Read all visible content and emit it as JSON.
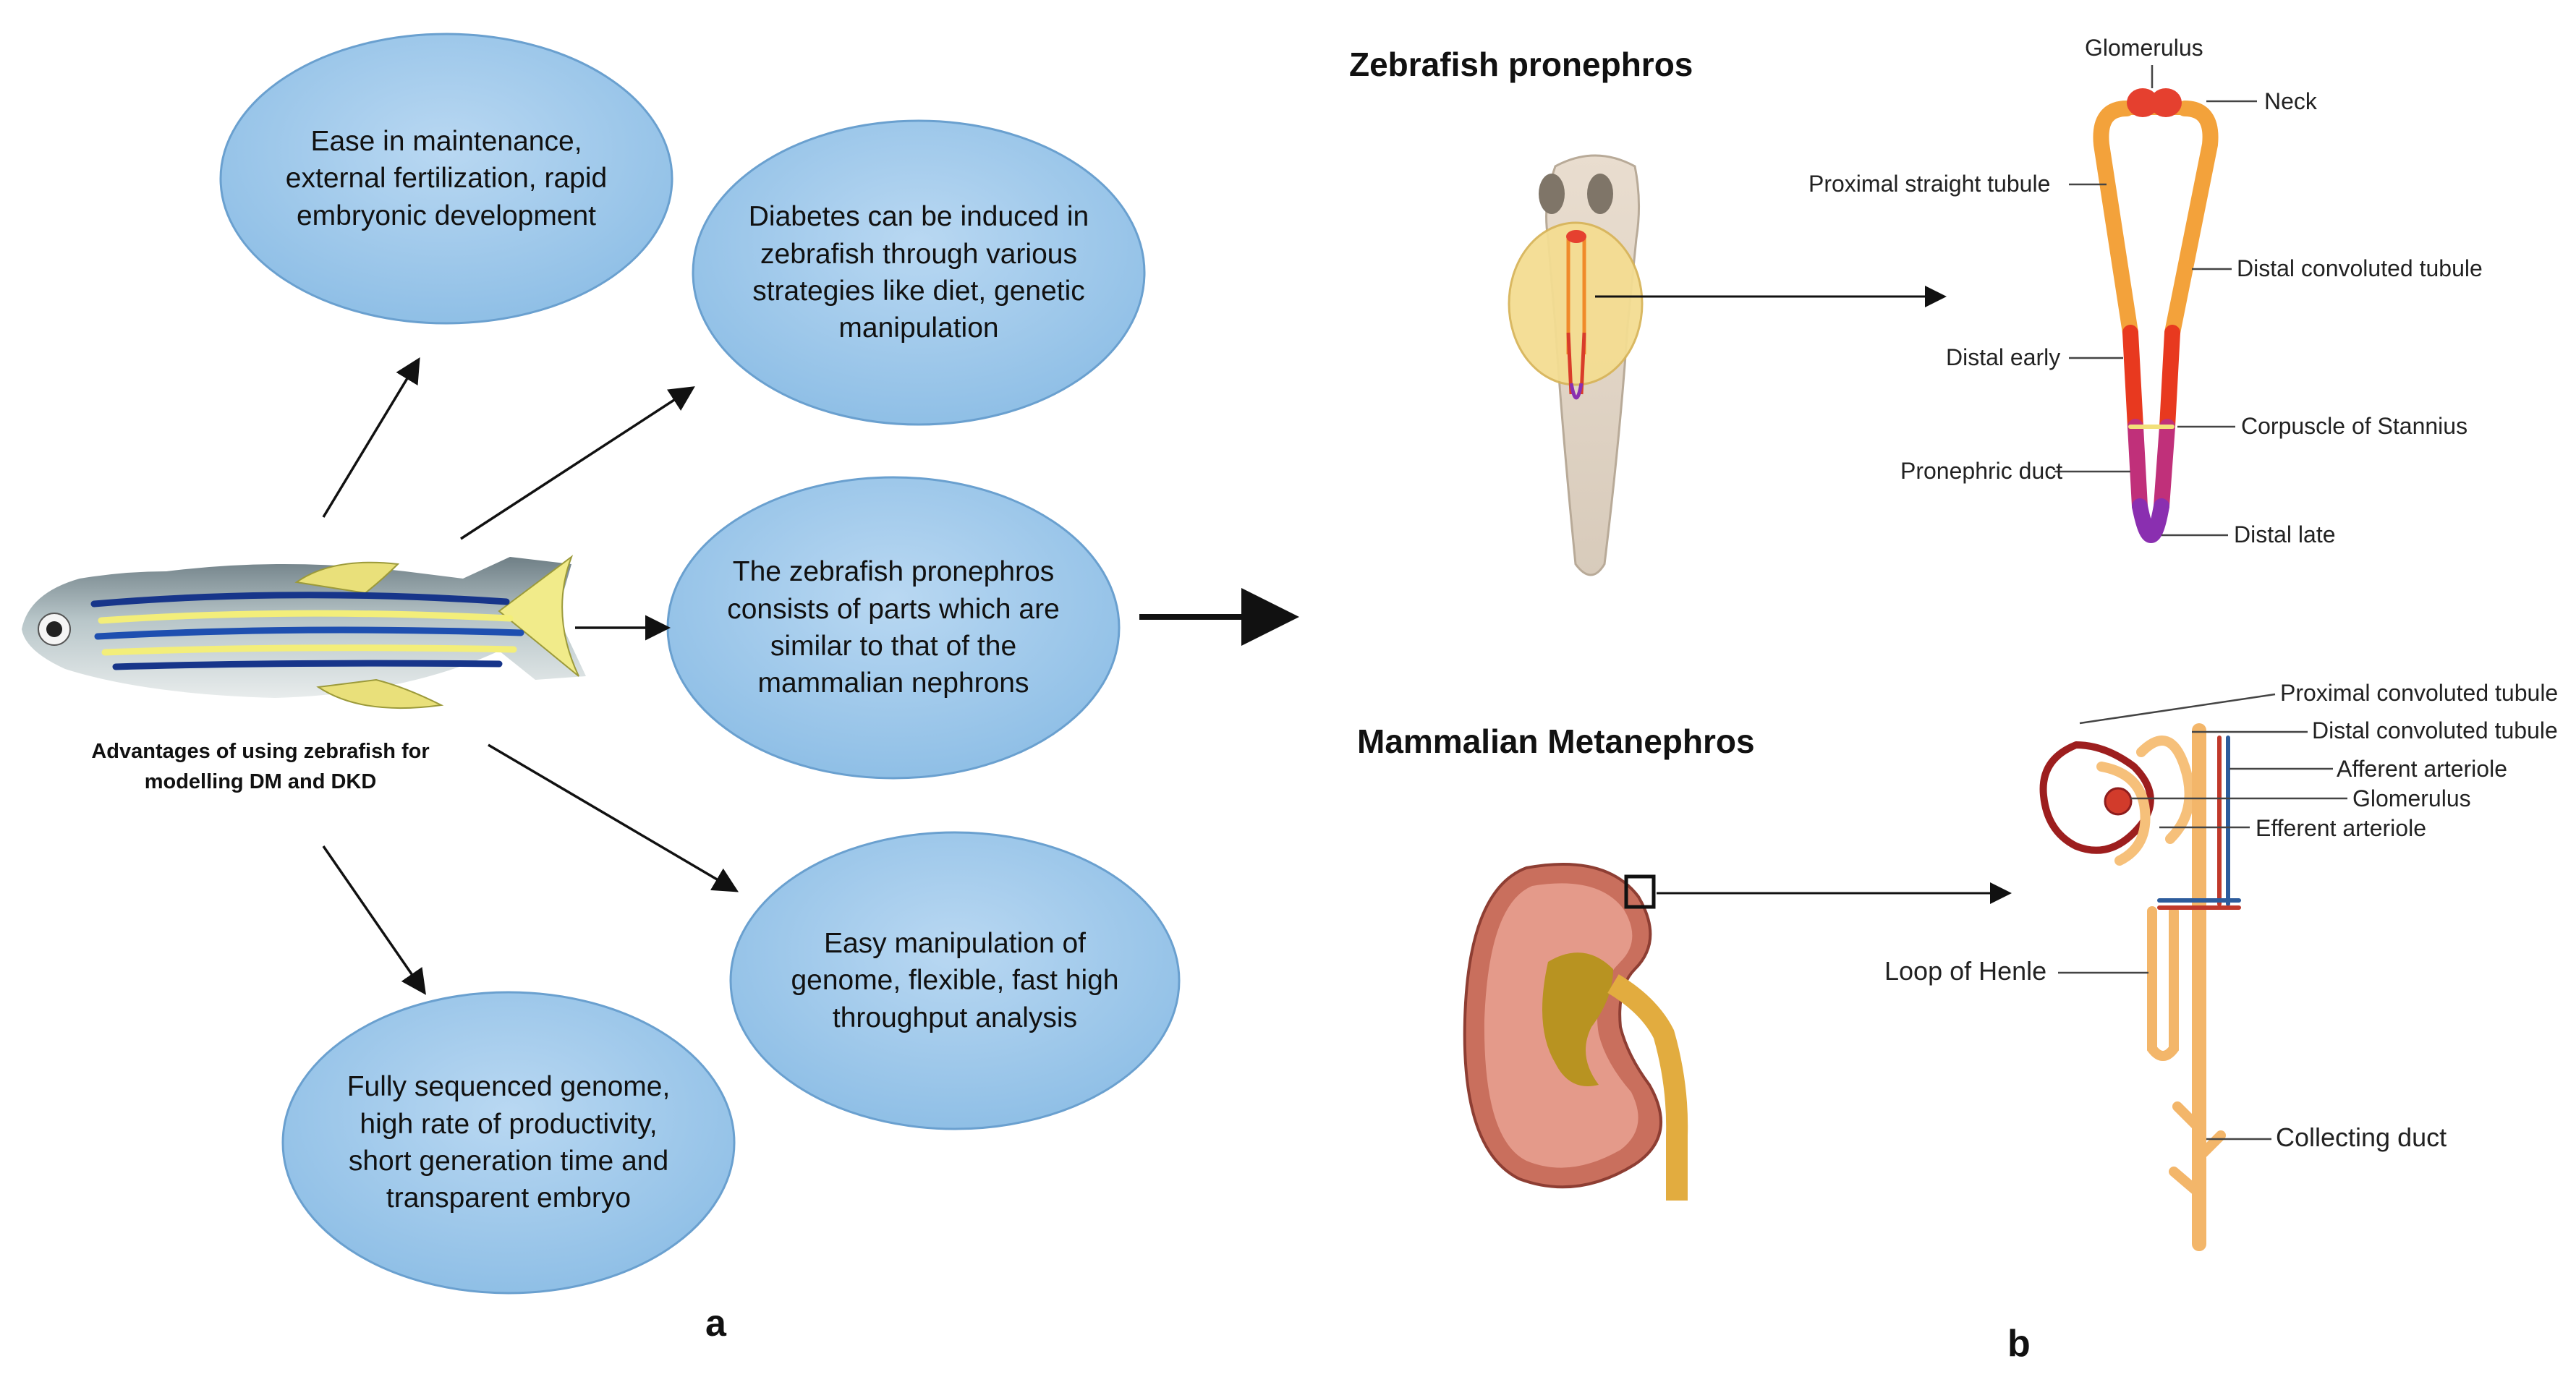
{
  "panel_a": {
    "letter": "a",
    "fish_caption": "Advantages of using zebrafish for modelling DM and DKD",
    "bubbles": [
      "Ease in maintenance, external fertilization, rapid embryonic development",
      "Diabetes can be induced in zebrafish through various strategies like diet, genetic manipulation",
      "The zebrafish pronephros consists of parts which are similar to that of the mammalian nephrons",
      "Easy manipulation of genome, flexible, fast high throughput analysis",
      "Fully sequenced genome, high rate of productivity, short generation time and transparent embryo"
    ]
  },
  "panel_b": {
    "letter": "b",
    "zebrafish": {
      "title": "Zebrafish pronephros",
      "labels": {
        "glomerulus": "Glomerulus",
        "neck": "Neck",
        "proximal_straight": "Proximal straight tubule",
        "distal_convoluted": "Distal convoluted tubule",
        "distal_early": "Distal early",
        "corpuscle": "Corpuscle of Stannius",
        "pronephric_duct": "Pronephric duct",
        "distal_late": "Distal late"
      }
    },
    "mammal": {
      "title": "Mammalian Metanephros",
      "labels": {
        "proximal_convoluted": "Proximal convoluted tubule",
        "distal_convoluted": "Distal convoluted tubule",
        "afferent": "Afferent arteriole",
        "glomerulus": "Glomerulus",
        "efferent": "Efferent arteriole",
        "loop": "Loop of Henle",
        "collecting": "Collecting duct"
      }
    }
  },
  "colors": {
    "bubble_fill": "#9fc8ea",
    "bubble_edge": "#6aa0cf",
    "nephron_orange": "#f3a23b",
    "nephron_red": "#e23b2c",
    "nephron_purple": "#8a2fb0",
    "kidney": "#d7847a",
    "urine": "#e6b447"
  }
}
